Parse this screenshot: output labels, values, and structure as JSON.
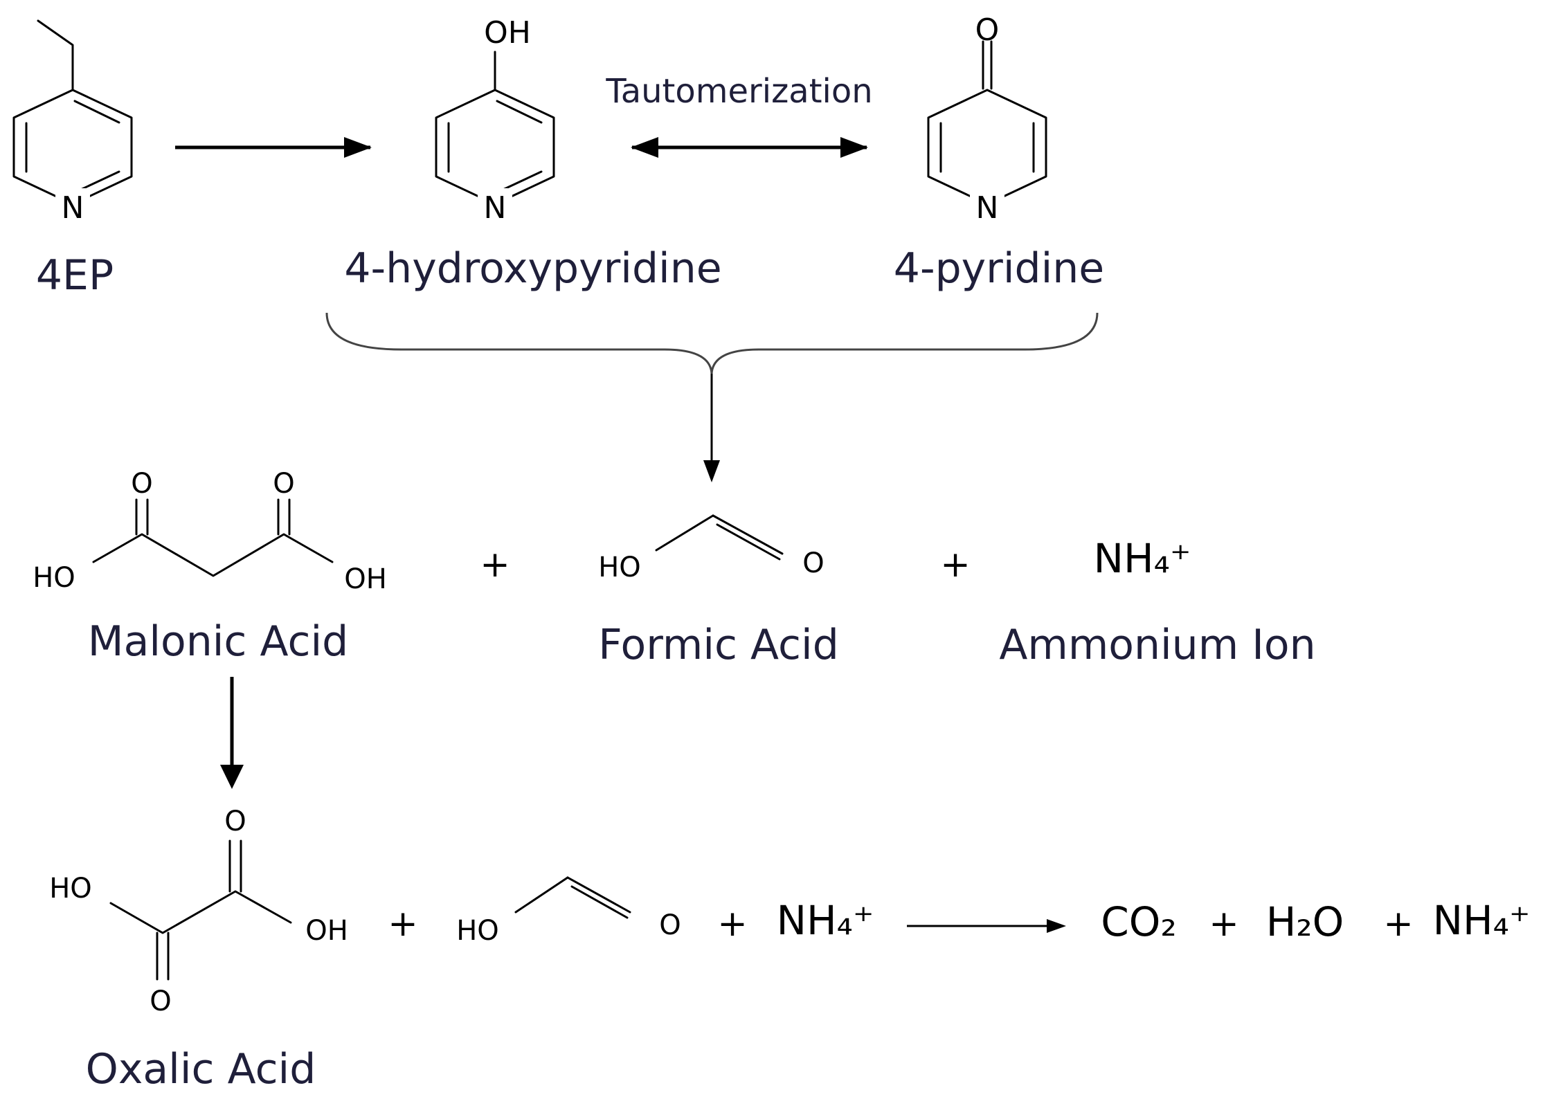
{
  "compounds": {
    "ep": {
      "name": "4EP",
      "n": "N"
    },
    "hydroxypyridine": {
      "name": "4-hydroxypyridine",
      "oh": "OH",
      "n": "N"
    },
    "pyridone": {
      "name": "4-pyridine",
      "o": "O",
      "n": "N"
    },
    "malonic": {
      "name": "Malonic Acid",
      "o1": "O",
      "o2": "O",
      "ho": "HO",
      "oh": "OH"
    },
    "formic": {
      "name": "Formic Acid",
      "ho": "HO",
      "o": "O"
    },
    "ammonium": {
      "name": "Ammonium Ion",
      "formula": "NH₄⁺"
    },
    "oxalic": {
      "name": "Oxalic Acid",
      "o_top": "O",
      "o_bottom": "O",
      "ho": "HO",
      "oh": "OH"
    },
    "formic2": {
      "ho": "HO",
      "o": "O"
    }
  },
  "labels": {
    "tautomerization": "Tautomerization",
    "plus": "+",
    "nh4": "NH₄⁺",
    "co2": "CO₂",
    "h2o": "H₂O"
  }
}
